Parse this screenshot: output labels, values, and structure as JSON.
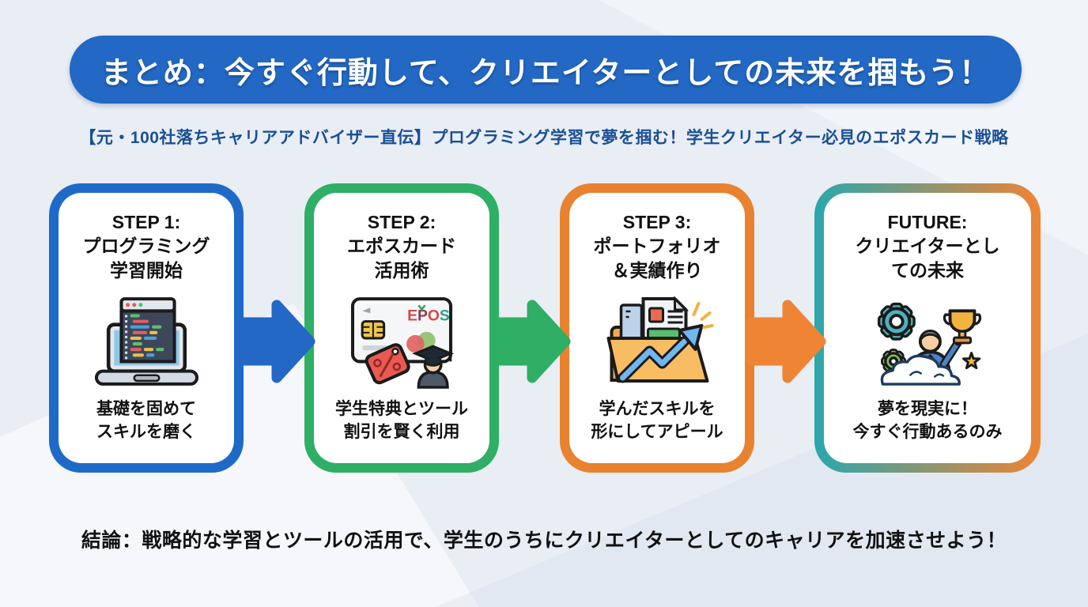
{
  "banner": {
    "title": "まとめ：今すぐ行動して、クリエイターとしての未来を掴もう！"
  },
  "subtitle": "【元・100社落ちキャリアアドバイザー直伝】プログラミング学習で夢を掴む！学生クリエイター必見のエポスカード戦略",
  "steps": [
    {
      "icon": "laptop-code-icon",
      "title_lines": [
        "STEP 1:",
        "プログラミング",
        "学習開始"
      ],
      "desc_lines": [
        "基礎を固めて",
        "スキルを磨く"
      ],
      "border_color": "#1e6ac8"
    },
    {
      "icon": "epos-card-icon",
      "title_lines": [
        "STEP 2:",
        "エポスカード",
        "活用術"
      ],
      "desc_lines": [
        "学生特典とツール",
        "割引を賢く利用"
      ],
      "border_color": "#2fae66",
      "card_brand_letters": [
        "E",
        "P",
        "O",
        "S"
      ]
    },
    {
      "icon": "portfolio-folder-icon",
      "title_lines": [
        "STEP 3:",
        "ポートフォリオ",
        "＆実績作り"
      ],
      "desc_lines": [
        "学んだスキルを",
        "形にしてアピール"
      ],
      "border_color": "#e8822f"
    },
    {
      "icon": "creator-trophy-icon",
      "title_lines": [
        "FUTURE:",
        "クリエイターとし",
        "ての未来"
      ],
      "desc_lines": [
        "夢を現実に！",
        "今すぐ行動あるのみ"
      ],
      "border_color_gradient": [
        "#2aa7ac",
        "#ee8434"
      ]
    }
  ],
  "arrows": [
    {
      "name": "arrow-step1-to-step2",
      "color": "#2268c4"
    },
    {
      "name": "arrow-step2-to-step3",
      "color": "#2fae66"
    },
    {
      "name": "arrow-step3-to-future",
      "color": "#ee8434"
    }
  ],
  "conclusion": "結論：戦略的な学習とツールの活用で、学生のうちにクリエイターとしてのキャリアを加速させよう！",
  "colors": {
    "background": "#e9edf4",
    "banner_bg": "#2268c4",
    "subtitle_text": "#1b4f95",
    "conclusion_text": "#111111"
  }
}
